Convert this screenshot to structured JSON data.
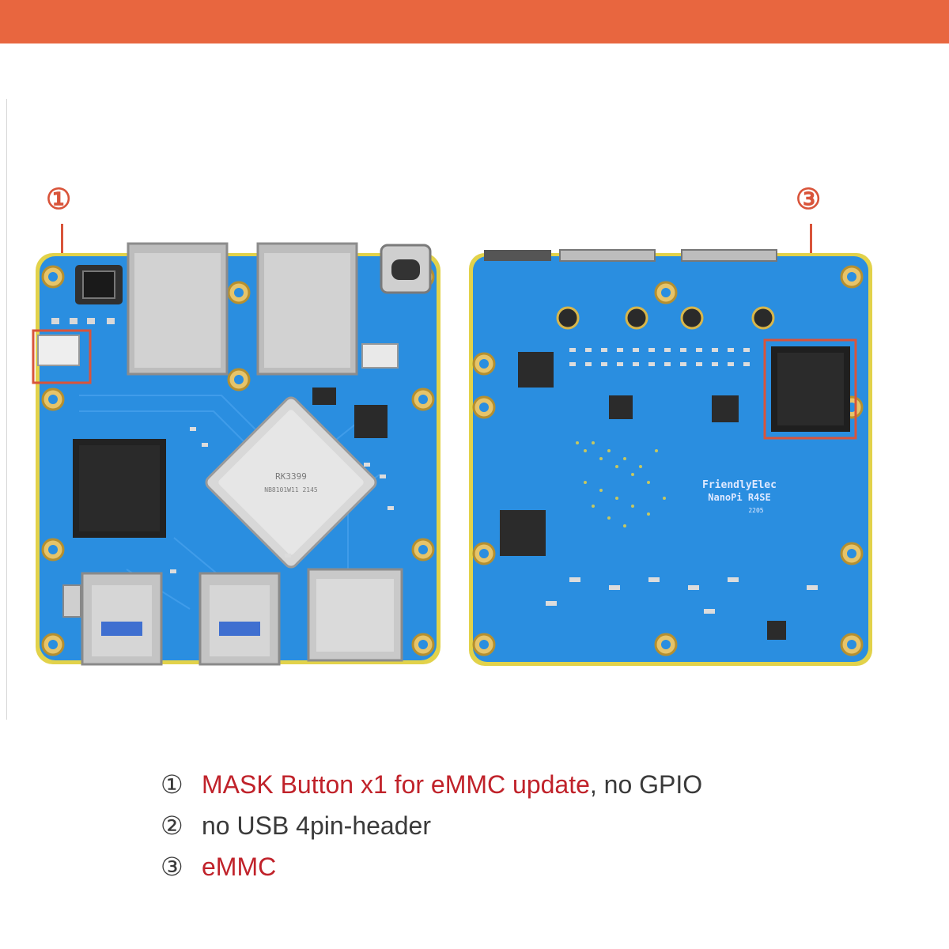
{
  "colors": {
    "banner": "#e8663f",
    "highlight_box": "#d9543a",
    "highlight_text": "#c0222a",
    "body_text": "#3a3a3a",
    "pcb_blue": "#2a8ee0",
    "pcb_edge": "#e2d24a",
    "metal": "#c9c9c9"
  },
  "callouts": [
    {
      "mark": "①"
    },
    {
      "mark": "③"
    }
  ],
  "board_front": {
    "soc_label": "RK3399",
    "soc_code": "NB8101W11 2145"
  },
  "board_back": {
    "brand": "FriendlyElec",
    "model": "NanoPi R4SE",
    "date": "2205"
  },
  "legend": [
    {
      "num": "①",
      "highlight": "MASK Button x1 for eMMC update",
      "rest": ", no GPIO"
    },
    {
      "num": "②",
      "highlight": "",
      "rest": "no USB 4pin-header"
    },
    {
      "num": "③",
      "highlight": "eMMC",
      "rest": ""
    }
  ]
}
